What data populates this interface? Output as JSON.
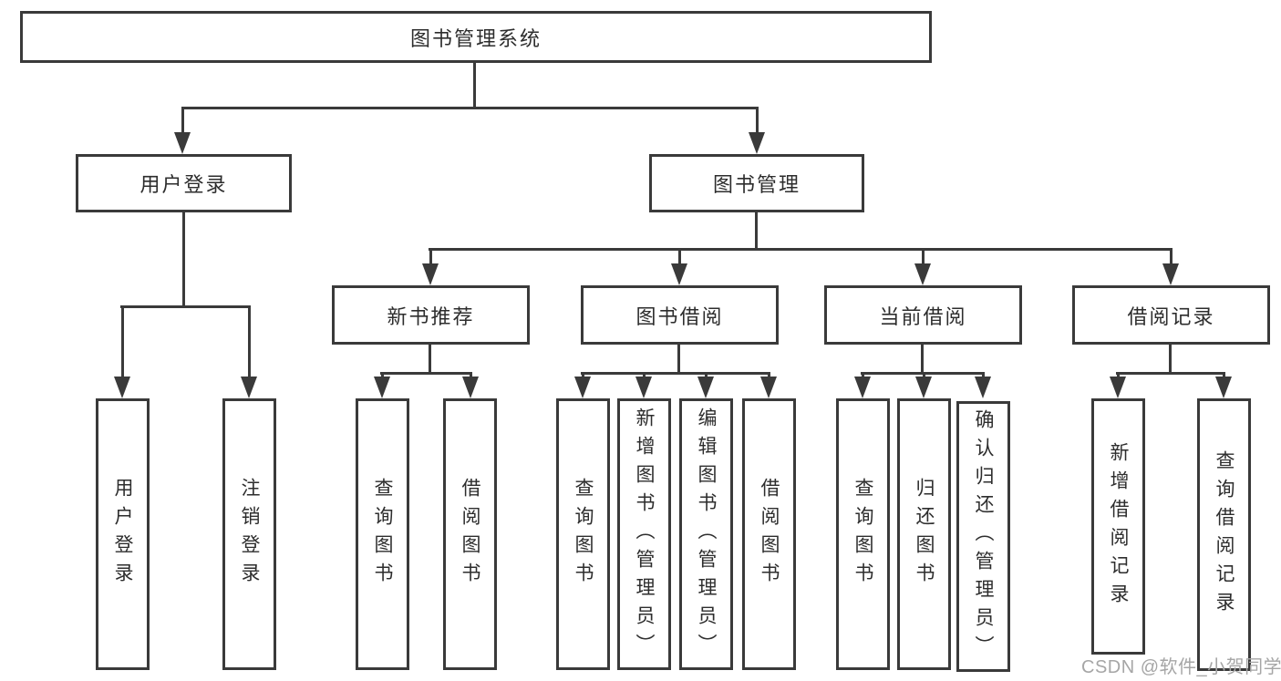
{
  "meta": {
    "background_color": "#ffffff",
    "line_color": "#3a3a3a",
    "text_color": "#2d2d2d",
    "watermark_color": "#a6a6a6"
  },
  "tree": {
    "label": "图书管理系统",
    "children": [
      {
        "label": "用户登录",
        "children": [
          {
            "label": "用户登录"
          },
          {
            "label": "注销登录"
          }
        ]
      },
      {
        "label": "图书管理",
        "children": [
          {
            "label": "新书推荐",
            "children": [
              {
                "label": "查询图书"
              },
              {
                "label": "借阅图书"
              }
            ]
          },
          {
            "label": "图书借阅",
            "children": [
              {
                "label": "查询图书"
              },
              {
                "label": "新增图书（管理员）"
              },
              {
                "label": "编辑图书（管理员）"
              },
              {
                "label": "借阅图书"
              }
            ]
          },
          {
            "label": "当前借阅",
            "children": [
              {
                "label": "查询图书"
              },
              {
                "label": "归还图书"
              },
              {
                "label": "确认归还（管理员）"
              }
            ]
          },
          {
            "label": "借阅记录",
            "children": [
              {
                "label": "新增借阅记录"
              },
              {
                "label": "查询借阅记录"
              }
            ]
          }
        ]
      }
    ]
  },
  "watermark": {
    "text": "CSDN @软件_小贺同学"
  }
}
